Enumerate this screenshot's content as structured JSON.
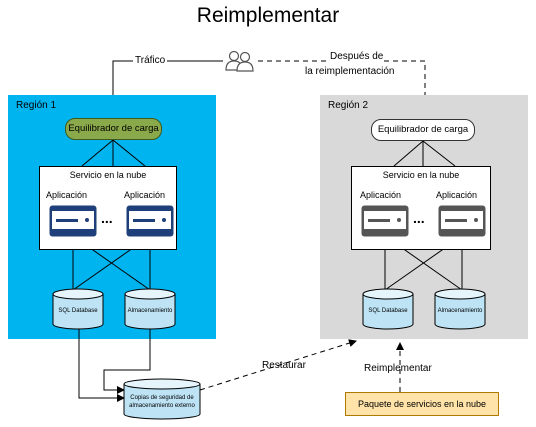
{
  "title": "Reimplementar",
  "traffic_label": "Tráfico",
  "after_label_line1": "Después de",
  "after_label_line2": "la reimplementación",
  "region1": {
    "label": "Región 1",
    "load_balancer": "Equilibrador de carga",
    "cloud_service": "Servicio en la nube",
    "app1": "Aplicación",
    "app2": "Aplicación",
    "ellipsis": "...",
    "db1": "SQL Database",
    "db2": "Almacenamiento"
  },
  "region2": {
    "label": "Región 2",
    "load_balancer": "Equilibrador de carga",
    "cloud_service": "Servicio en la nube",
    "app1": "Aplicación",
    "app2": "Aplicación",
    "ellipsis": "...",
    "db1": "SQL Database",
    "db2": "Almacenamiento"
  },
  "backup_line1": "Copias de seguridad de",
  "backup_line2": "almacenamiento externo",
  "restore_label": "Restaurar",
  "redeploy_label": "Reimplementar",
  "package_label": "Paquete de servicios en la nube",
  "colors": {
    "region1_bg": "#00b4ef",
    "region2_bg": "#d9d9d9",
    "load_balancer1": "#8aa94a",
    "server_blue": "#1f3f7a",
    "package_bg": "#ffe3a8",
    "storage_fill": "#bde3f5"
  },
  "icons": [
    "users-icon",
    "server-icon",
    "database-icon",
    "arrow-icon"
  ]
}
